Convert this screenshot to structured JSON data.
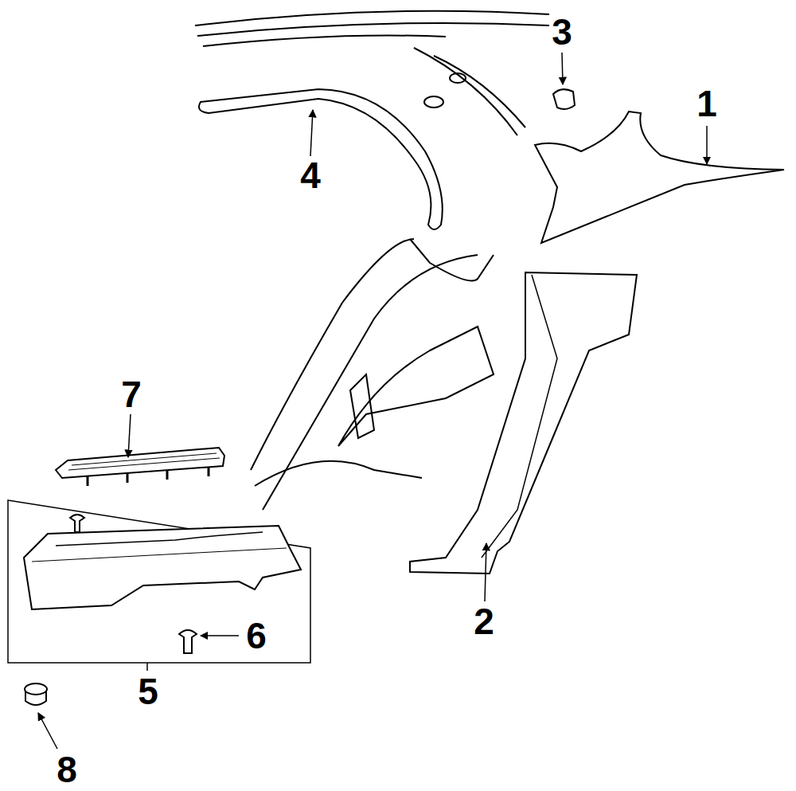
{
  "diagram": {
    "labels": [
      "3",
      "1",
      "4",
      "7",
      "2",
      "6",
      "5",
      "8"
    ]
  }
}
